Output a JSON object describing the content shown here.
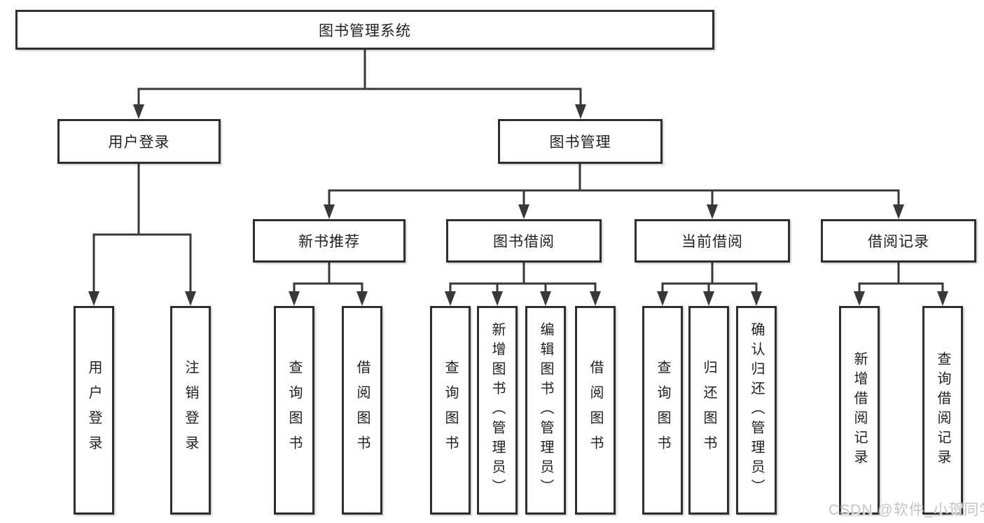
{
  "diagram": {
    "root": {
      "label": "图书管理系统"
    },
    "level2": [
      {
        "label": "用户登录"
      },
      {
        "label": "图书管理"
      }
    ],
    "level3": [
      {
        "label": "新书推荐"
      },
      {
        "label": "图书借阅"
      },
      {
        "label": "当前借阅"
      },
      {
        "label": "借阅记录"
      }
    ],
    "leaves": {
      "login": [
        {
          "label": "用户登录"
        },
        {
          "label": "注销登录"
        }
      ],
      "recommend": [
        {
          "label": "查询图书"
        },
        {
          "label": "借阅图书"
        }
      ],
      "borrow": [
        {
          "label": "查询图书"
        },
        {
          "label": "新增图书（管理员）"
        },
        {
          "label": "编辑图书（管理员）"
        },
        {
          "label": "借阅图书"
        }
      ],
      "current": [
        {
          "label": "查询图书"
        },
        {
          "label": "归还图书"
        },
        {
          "label": "确认归还（管理员）"
        }
      ],
      "records": [
        {
          "label": "新增借阅记录"
        },
        {
          "label": "查询借阅记录"
        }
      ]
    }
  },
  "watermark": {
    "text": "CSDN @软件_小贺同学"
  },
  "colors": {
    "line": "#383838",
    "box_border": "#2e2e2e",
    "text": "#1f1f1f",
    "background": "#ffffff",
    "watermark": "#c3c3c3"
  }
}
